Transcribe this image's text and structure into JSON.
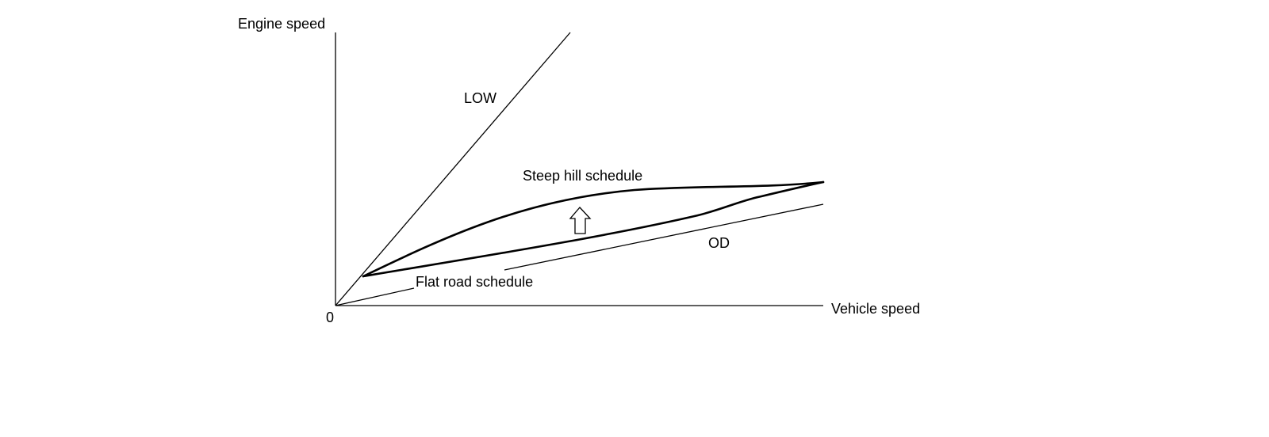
{
  "diagram": {
    "y_axis_label": "Engine speed",
    "x_axis_label": "Vehicle speed",
    "origin_label": "0",
    "low_line_label": "LOW",
    "od_line_label": "OD",
    "steep_hill_label": "Steep hill schedule",
    "flat_road_label": "Flat road schedule",
    "line_color": "#000000",
    "background_color": "#ffffff"
  }
}
